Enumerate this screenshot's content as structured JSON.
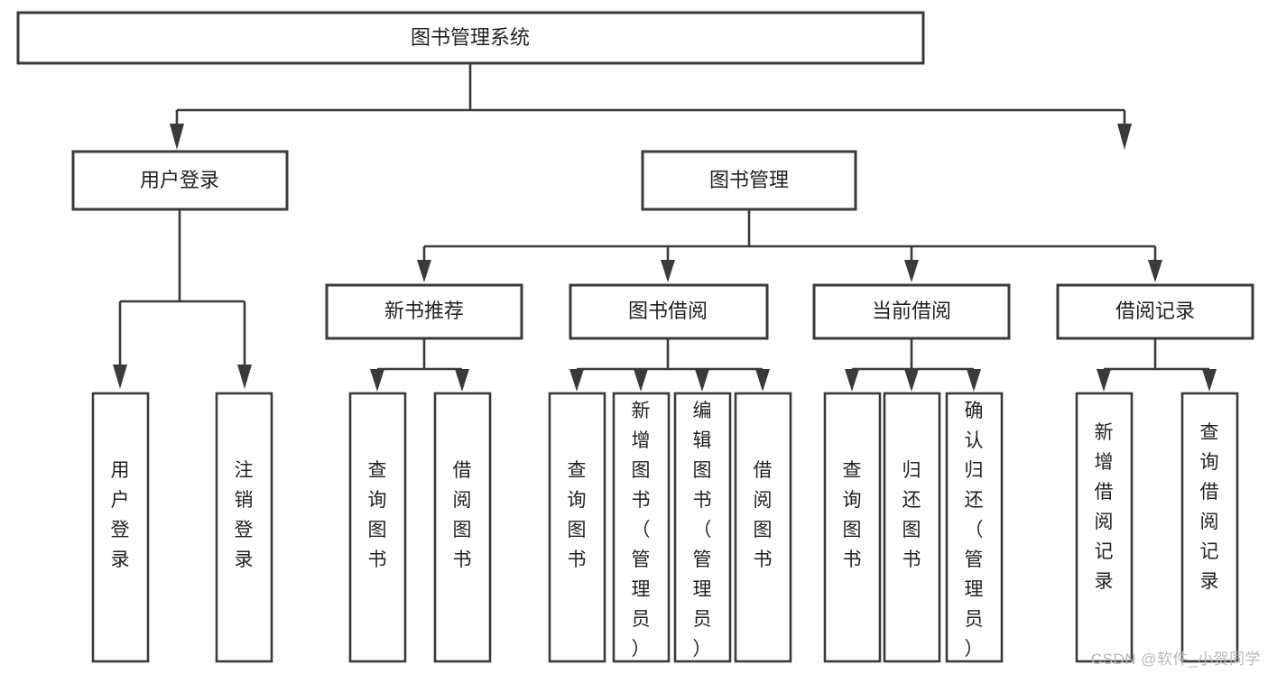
{
  "diagram": {
    "type": "tree-hierarchy",
    "title": "图书管理系统",
    "watermark": "CSDN @软件_小贺同学",
    "colors": {
      "background": "#ffffff",
      "node_fill": "#ffffff",
      "node_stroke": "#3a3a3a",
      "text": "#231f20",
      "watermark": "#b9b9b9"
    },
    "root": {
      "label": "图书管理系统",
      "orientation": "horizontal"
    },
    "level2": [
      {
        "label": "用户登录",
        "orientation": "horizontal"
      },
      {
        "label": "图书管理",
        "orientation": "horizontal"
      }
    ],
    "level3": [
      {
        "label": "新书推荐",
        "orientation": "horizontal"
      },
      {
        "label": "图书借阅",
        "orientation": "horizontal"
      },
      {
        "label": "当前借阅",
        "orientation": "horizontal"
      },
      {
        "label": "借阅记录",
        "orientation": "horizontal"
      }
    ],
    "leaves": {
      "user_login": [
        {
          "label": "用户登录",
          "orientation": "vertical"
        },
        {
          "label": "注销登录",
          "orientation": "vertical"
        }
      ],
      "new_book_recommend": [
        {
          "label": "查询图书",
          "orientation": "vertical"
        },
        {
          "label": "借阅图书",
          "orientation": "vertical"
        }
      ],
      "book_borrow": [
        {
          "label": "查询图书",
          "orientation": "vertical"
        },
        {
          "label": "新增图书（管理员）",
          "orientation": "vertical"
        },
        {
          "label": "编辑图书（管理员）",
          "orientation": "vertical"
        },
        {
          "label": "借阅图书",
          "orientation": "vertical"
        }
      ],
      "current_borrow": [
        {
          "label": "查询图书",
          "orientation": "vertical"
        },
        {
          "label": "归还图书",
          "orientation": "vertical"
        },
        {
          "label": "确认归还（管理员）",
          "orientation": "vertical"
        }
      ],
      "borrow_record": [
        {
          "label": "新增借阅记录",
          "orientation": "vertical"
        },
        {
          "label": "查询借阅记录",
          "orientation": "vertical"
        }
      ]
    }
  }
}
